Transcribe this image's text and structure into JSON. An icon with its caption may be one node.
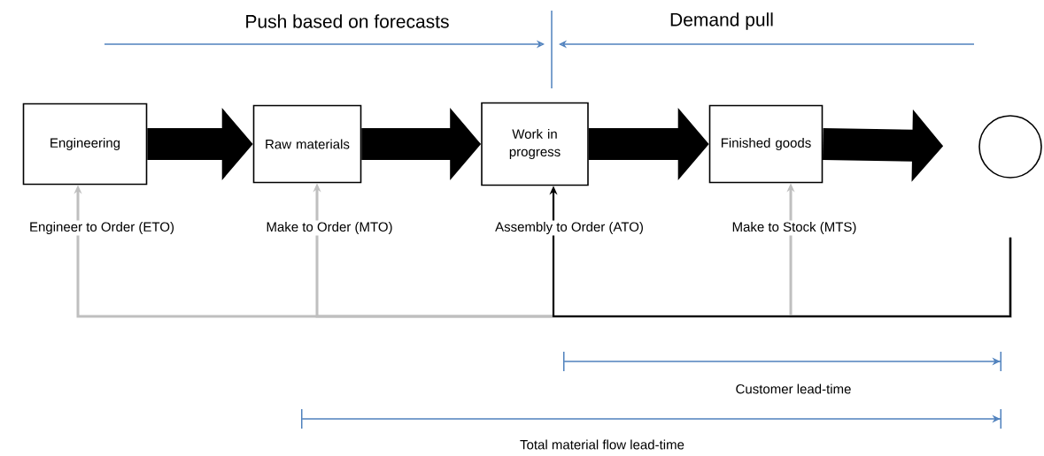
{
  "diagram": {
    "nodes": [
      {
        "text": [
          "Engineering"
        ]
      },
      {
        "text": [
          "Raw materials"
        ]
      },
      {
        "text": [
          "Work in progress"
        ]
      },
      {
        "text": [
          "Finished goods"
        ]
      },
      {
        "text": [],
        "shape": "circle"
      }
    ],
    "edges": [
      {
        "from": 0,
        "to": 1,
        "arrow": "to",
        "style": "thick"
      },
      {
        "from": 1,
        "to": 2,
        "arrow": "to",
        "style": "thick"
      },
      {
        "from": 2,
        "to": 3,
        "arrow": "to",
        "style": "thick"
      },
      {
        "from": 3,
        "to": 4,
        "arrow": "to",
        "style": "thick"
      },
      {
        "from": 4,
        "to": 0,
        "arrow": "to",
        "label": "Engineer to Order (ETO)",
        "color": "#bfbfbf"
      },
      {
        "from": 4,
        "to": 1,
        "arrow": "to",
        "label": "Make to Order (MTO)",
        "color": "#bfbfbf"
      },
      {
        "from": 4,
        "to": 3,
        "arrow": "to",
        "label": "Make to Stock (MTS)",
        "color": "#bfbfbf"
      },
      {
        "from": 4,
        "to": 2,
        "arrow": "to",
        "label": "Assembly to Order (ATO)"
      }
    ],
    "labels": [
      "Push based on forecasts",
      "Demand pull",
      "Customer lead-time",
      "Total material flow lead-time"
    ]
  }
}
